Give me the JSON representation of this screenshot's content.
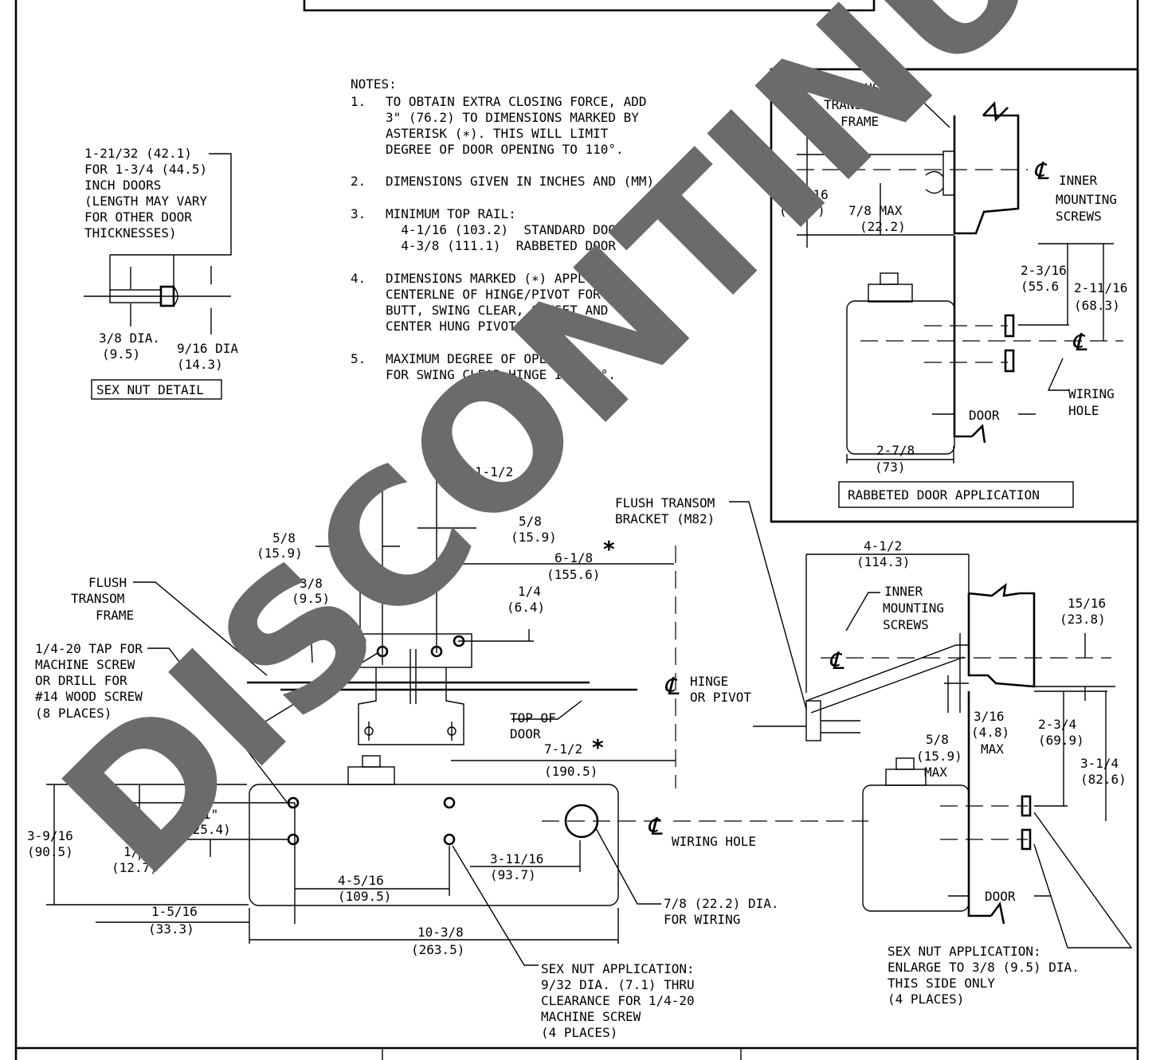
{
  "notes": {
    "heading": "NOTES:",
    "items": [
      {
        "num": "1.",
        "lines": [
          "TO OBTAIN EXTRA CLOSING FORCE, ADD",
          "3\" (76.2) TO DIMENSIONS MARKED BY",
          "ASTERISK (∗).  THIS WILL LIMIT",
          "DEGREE OF DOOR OPENING TO 110°."
        ]
      },
      {
        "num": "2.",
        "lines": [
          "DIMENSIONS GIVEN IN INCHES AND (MM)."
        ]
      },
      {
        "num": "3.",
        "lines": [
          "MINIMUM TOP RAIL:",
          "  4-1/16 (103.2)  STANDARD DOOR",
          "  4-3/8 (111.1)  RABBETED DOOR"
        ]
      },
      {
        "num": "4.",
        "lines": [
          "DIMENSIONS MARKED (∗) APPLY TO",
          "CENTERLNE OF HINGE/PIVOT FOR",
          "BUTT, SWING CLEAR, OFFSET AND",
          "CENTER HUNG PIVOTS."
        ]
      },
      {
        "num": "5.",
        "lines": [
          "MAXIMUM DEGREE OF OPENING",
          "FOR SWING CLEAR HINGE IS 140°."
        ]
      }
    ]
  },
  "sex_nut_detail": {
    "title": "SEX NUT DETAIL",
    "length_note": [
      "1-21/32 (42.1)",
      "FOR 1-3/4 (44.5)",
      "INCH DOORS",
      "(LENGTH MAY VARY",
      "FOR OTHER DOOR",
      "THICKNESSES)"
    ],
    "small_dia": [
      "3/8 DIA.",
      "(9.5)"
    ],
    "large_dia": [
      "9/16 DIA",
      "(14.3)"
    ]
  },
  "rabbeted": {
    "title": "RABBETED DOOR APPLICATION",
    "flush_transom_frame": [
      "FLUSH",
      "TRANSOM",
      "FRAME"
    ],
    "inner_mounting_screws": [
      "INNER",
      "MOUNTING",
      "SCREWS"
    ],
    "dim_1_9_16": [
      "1-9/16",
      "(39.7)"
    ],
    "dim_7_8_max": [
      "7/8 MAX",
      "(22.2)"
    ],
    "dim_2_3_16": [
      "2-3/16",
      "(55.6"
    ],
    "dim_2_11_16": [
      "2-11/16",
      "(68.3)"
    ],
    "wiring_hole": [
      "WIRING",
      "HOLE"
    ],
    "door": "DOOR",
    "dim_2_7_8": [
      "2-7/8",
      "(73)"
    ]
  },
  "main": {
    "flush_transom_frame": [
      "FLUSH",
      "TRANSOM",
      "FRAME"
    ],
    "tap_note": [
      "1/4-20 TAP FOR",
      "MACHINE SCREW",
      "OR DRILL FOR",
      "#14 WOOD SCREW",
      "(8 PLACES)"
    ],
    "dim_1_1_2": [
      "1-1/2",
      "(38.1)"
    ],
    "dim_5_8_a": [
      "5/8",
      "(15.9)"
    ],
    "dim_5_8_b": [
      "5/8",
      "(15.9)"
    ],
    "dim_3_8": [
      "3/8",
      "(9.5)"
    ],
    "dim_6_1_8": [
      "6-1/8",
      "(155.6)"
    ],
    "dim_1_4": [
      "1/4",
      "(6.4)"
    ],
    "hinge_or_pivot": [
      "HINGE",
      "OR PIVOT"
    ],
    "top_of_door": [
      "TOP OF",
      "DOOR"
    ],
    "dim_7_1_2": [
      "7-1/2",
      "(190.5)"
    ],
    "dim_3_9_16": [
      "3-9/16",
      "(90.5)"
    ],
    "dim_1in": [
      "1\"",
      "(25.4)"
    ],
    "dim_1_2": [
      "1/2",
      "(12.7)"
    ],
    "wiring_hole": "WIRING HOLE",
    "dim_4_5_16": [
      "4-5/16",
      "(109.5)"
    ],
    "dim_3_11_16": [
      "3-11/16",
      "(93.7)"
    ],
    "wiring_dia": [
      "7/8 (22.2) DIA.",
      "FOR WIRING"
    ],
    "dim_1_5_16": [
      "1-5/16",
      "(33.3)"
    ],
    "dim_10_3_8": [
      "10-3/8",
      "(263.5)"
    ],
    "sex_nut_app": [
      "SEX NUT APPLICATION:",
      "9/32 DIA. (7.1) THRU",
      "CLEARANCE FOR 1/4-20",
      "MACHINE SCREW",
      "(4 PLACES)"
    ]
  },
  "side": {
    "flush_transom_bracket": [
      "FLUSH TRANSOM",
      "BRACKET (M82)"
    ],
    "dim_4_1_2": [
      "4-1/2",
      "(114.3)"
    ],
    "inner_mounting_screws": [
      "INNER",
      "MOUNTING",
      "SCREWS"
    ],
    "dim_15_16": [
      "15/16",
      "(23.8)"
    ],
    "dim_3_16": [
      "3/16",
      "(4.8)",
      "MAX"
    ],
    "dim_2_3_4": [
      "2-3/4",
      "(69.9)"
    ],
    "dim_5_8": [
      "5/8",
      "(15.9)",
      "MAX"
    ],
    "dim_3_1_4": [
      "3-1/4",
      "(82.6)"
    ],
    "door": "DOOR",
    "sex_nut_app": [
      "SEX NUT APPLICATION:",
      "ENLARGE TO 3/8 (9.5) DIA.",
      "THIS SIDE ONLY",
      "(4 PLACES)"
    ]
  },
  "centerline_symbol": "℄",
  "asterisk": "*",
  "watermark": "DISCONTINUED"
}
